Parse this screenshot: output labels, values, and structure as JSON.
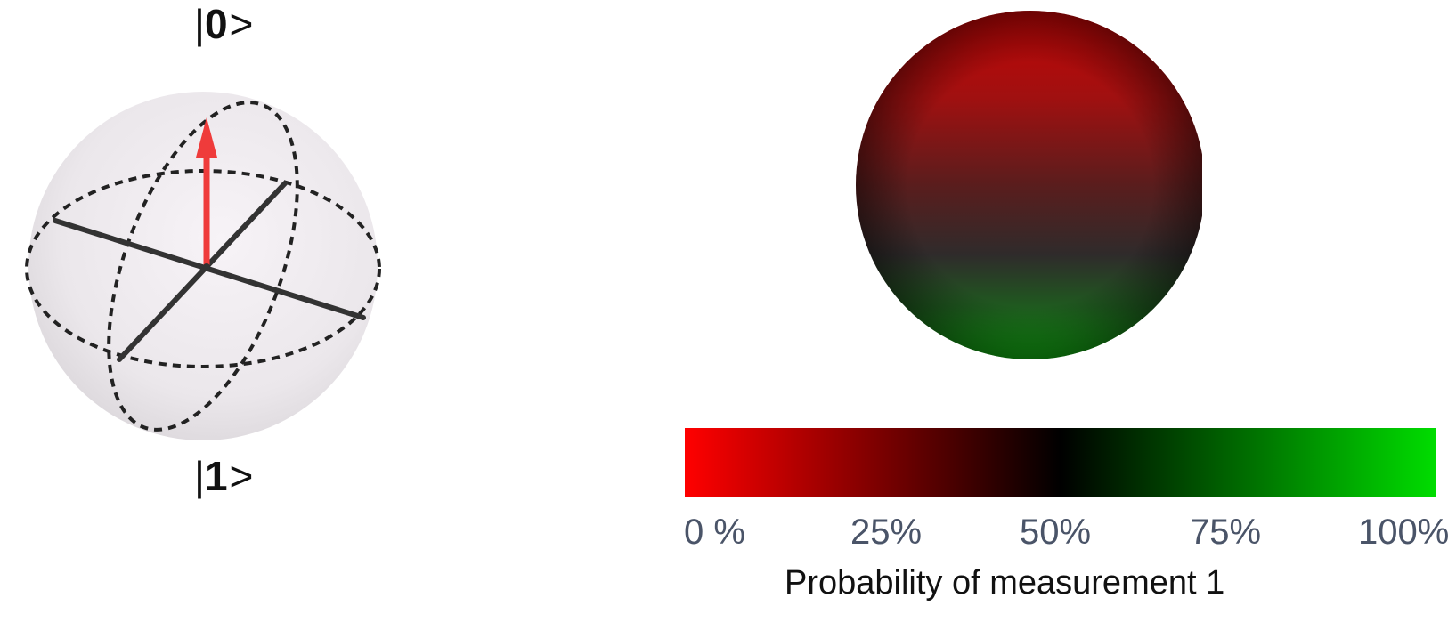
{
  "bloch_sphere": {
    "top_state": {
      "bar": "|",
      "num": "0",
      "bracket": ">"
    },
    "bottom_state": {
      "bar": "|",
      "num": "1",
      "bracket": ">"
    },
    "state_vector_color": "#ef3b3b",
    "axis_color": "#333333",
    "sphere_fill": "#ece9ec"
  },
  "color_sphere": {
    "top_color": "#c20606",
    "middle_color": "#3a2424",
    "bottom_color": "#11a811"
  },
  "colorbar": {
    "tick_labels": [
      "0 %",
      "25%",
      "50%",
      "75%",
      "100%"
    ],
    "title": "Probability of measurement 1",
    "stops": [
      "#ff0000",
      "#000000",
      "#00dd00"
    ]
  }
}
